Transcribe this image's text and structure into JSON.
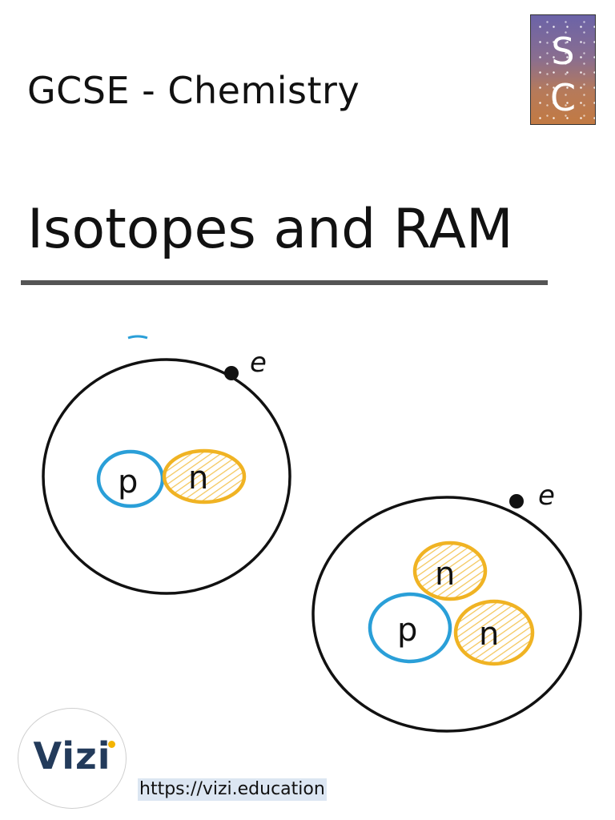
{
  "header": {
    "subtitle": "GCSE - Chemistry",
    "title": "Isotopes and RAM"
  },
  "sc_logo": {
    "letters": [
      "S",
      "C"
    ]
  },
  "diagram": {
    "atom_1": {
      "electron_label": "e",
      "particles": [
        {
          "label": "p",
          "type": "proton",
          "color": "#2a9fd8"
        },
        {
          "label": "n",
          "type": "neutron",
          "color": "#f0b323"
        }
      ]
    },
    "atom_2": {
      "electron_label": "e",
      "particles": [
        {
          "label": "n",
          "type": "neutron",
          "color": "#f0b323"
        },
        {
          "label": "p",
          "type": "proton",
          "color": "#2a9fd8"
        },
        {
          "label": "n",
          "type": "neutron",
          "color": "#f0b323"
        }
      ]
    }
  },
  "footer": {
    "logo_text": "Vizi",
    "url": "https://vizi.education"
  },
  "colors": {
    "proton": "#2a9fd8",
    "neutron": "#f0b323",
    "rule": "#555555",
    "vizi_brand": "#233b5b"
  }
}
